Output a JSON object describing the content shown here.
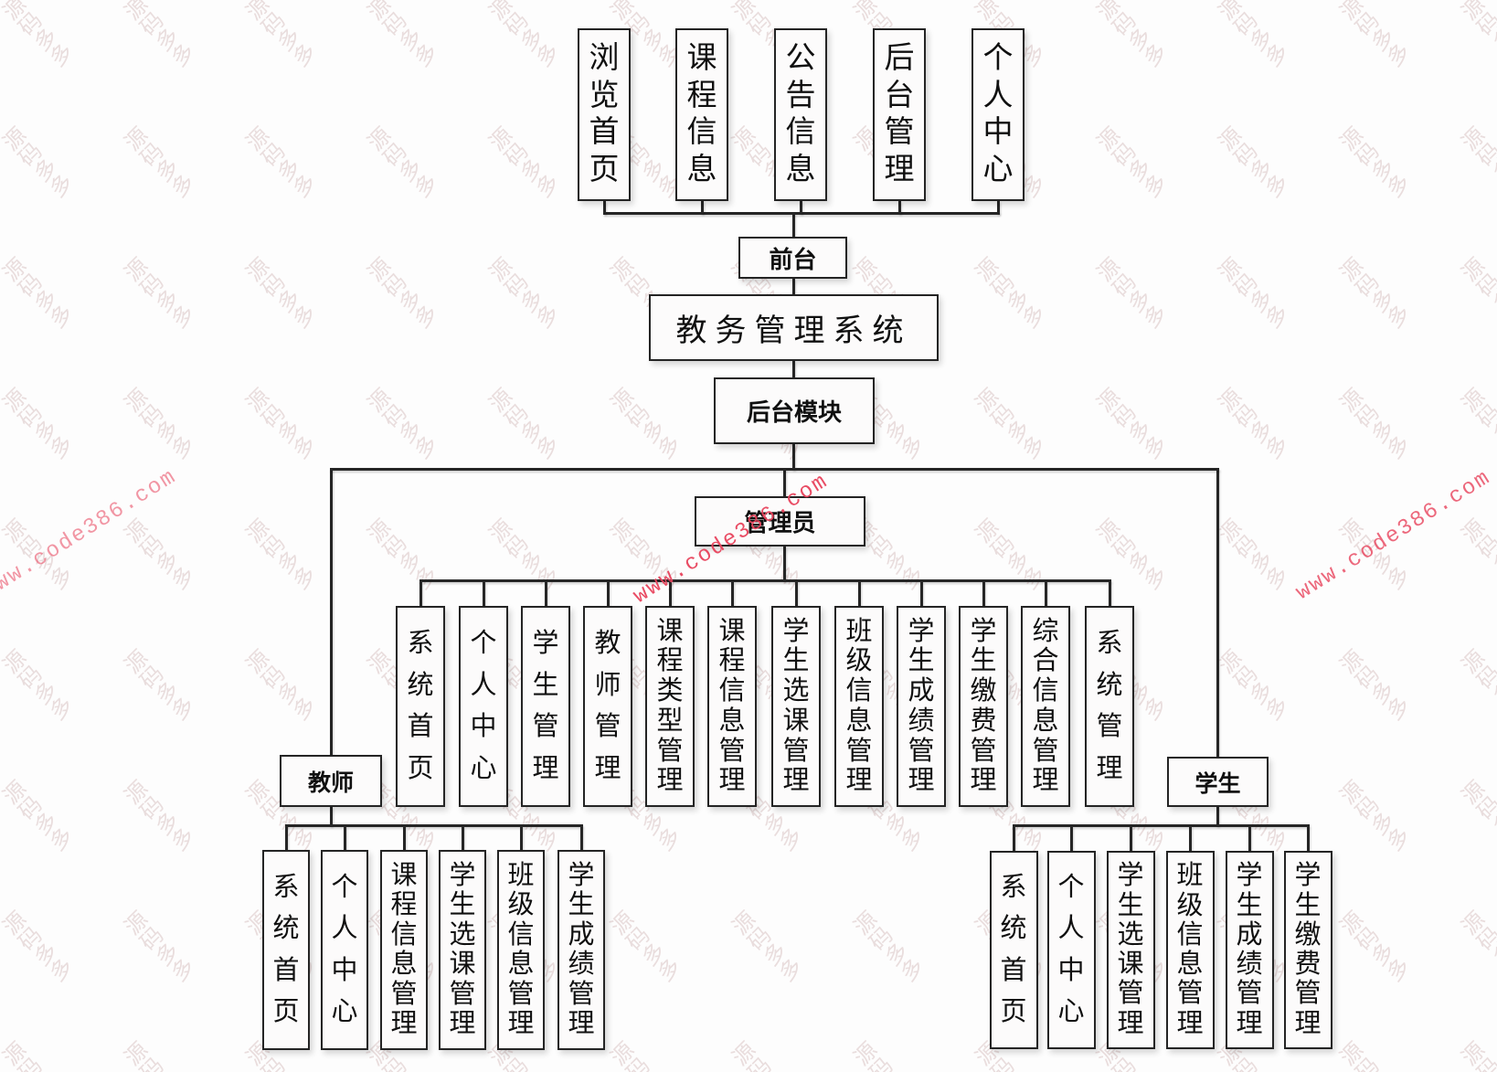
{
  "system": {
    "title": "教务管理系统",
    "front": {
      "label": "前台",
      "modules": [
        "浏览首页",
        "课程信息",
        "公告信息",
        "后台管理",
        "个人中心"
      ]
    },
    "backend": {
      "label": "后台模块",
      "admin": {
        "label": "管理员",
        "modules": [
          "系统首页",
          "个人中心",
          "学生管理",
          "教师管理",
          "课程类型管理",
          "课程信息管理",
          "学生选课管理",
          "班级信息管理",
          "学生成绩管理",
          "学生缴费管理",
          "综合信息管理",
          "系统管理"
        ]
      },
      "teacher": {
        "label": "教师",
        "modules": [
          "系统首页",
          "个人中心",
          "课程信息管理",
          "学生选课管理",
          "班级信息管理",
          "学生成绩管理"
        ]
      },
      "student": {
        "label": "学生",
        "modules": [
          "系统首页",
          "个人中心",
          "学生选课管理",
          "班级信息管理",
          "学生成绩管理",
          "学生缴费管理"
        ]
      }
    }
  },
  "watermarks": {
    "site_text": "www.code386.com",
    "brand_text": "源码多多",
    "site_color": "#e8435c",
    "brand_color": "#d6bfbf"
  },
  "colors": {
    "line": "#262626",
    "box_border": "#242424",
    "box_background": "#fcfbfb",
    "page_background": "#fdfdfd"
  }
}
